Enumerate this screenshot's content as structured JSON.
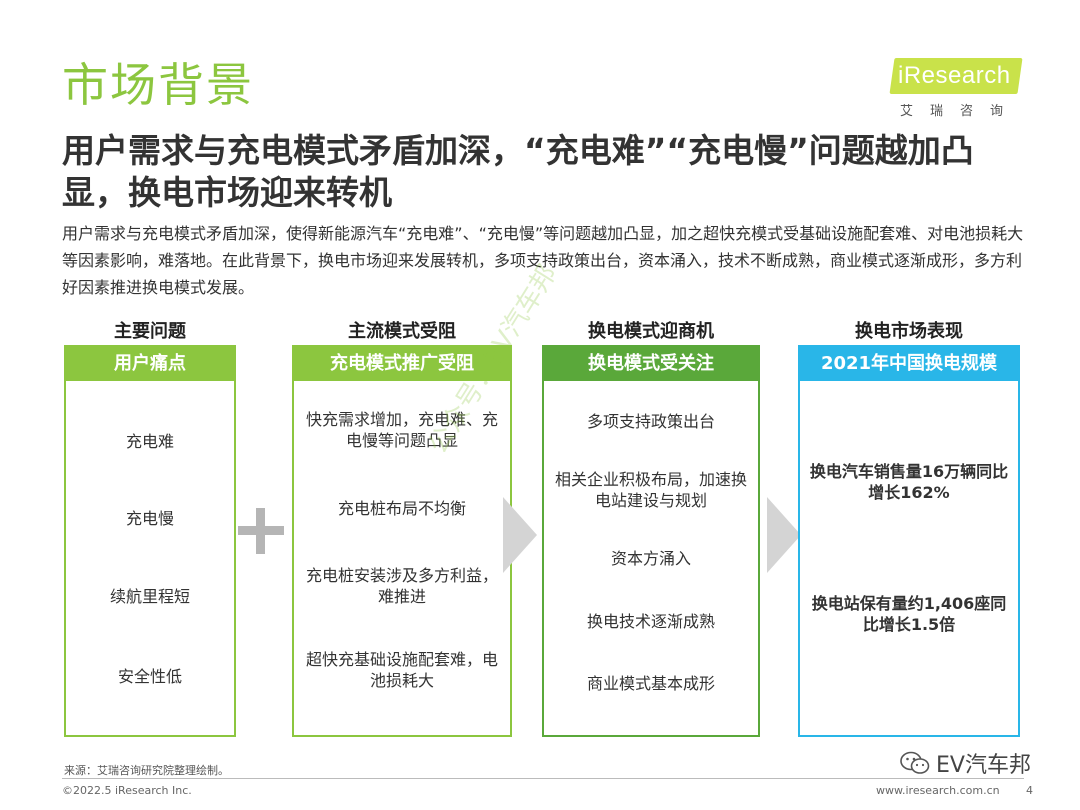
{
  "header": {
    "title": "市场背景",
    "subtitle": "用户需求与充电模式矛盾加深，“充电难”“充电慢”问题越加凸显，换电市场迎来转机",
    "body": "用户需求与充电模式矛盾加深，使得新能源汽车“充电难”、“充电慢”等问题越加凸显，加之超快充模式受基础设施配套难、对电池损耗大等因素影响，难落地。在此背景下，换电市场迎来发展转机，多项支持政策出台，资本涌入，技术不断成熟，商业模式逐渐成形，多方利好因素推进换电模式发展。"
  },
  "logo": {
    "text": "iResearch",
    "sub": "艾瑞咨询",
    "color": "#c9e24a"
  },
  "columns": [
    {
      "heading": "主要问题",
      "band": "用户痛点",
      "band_color": "#8cc63f",
      "items": [
        "充电难",
        "充电慢",
        "续航里程短",
        "安全性低"
      ]
    },
    {
      "heading": "主流模式受阻",
      "band": "充电模式推广受阻",
      "band_color": "#8cc63f",
      "items": [
        "快充需求增加，充电难、充电慢等问题凸显",
        "充电桩布局不均衡",
        "充电桩安装涉及多方利益，难推进",
        "超快充基础设施配套难，电池损耗大"
      ]
    },
    {
      "heading": "换电模式迎商机",
      "band": "换电模式受关注",
      "band_color": "#5aa83a",
      "items": [
        "多项支持政策出台",
        "相关企业积极布局，加速换电站建设与规划",
        "资本方涌入",
        "换电技术逐渐成熟",
        "商业模式基本成形"
      ]
    },
    {
      "heading": "换电市场表现",
      "band": "2021年中国换电规模",
      "band_color": "#29b6e8",
      "items": [
        "换电汽车销售量16万辆同比增长162%",
        "换电站保有量约1,406座同比增长1.5倍"
      ]
    }
  ],
  "watermark": "公众号：EV汽车邦",
  "footer": {
    "source": "来源：艾瑞咨询研究院整理绘制。",
    "copyright": "©2022.5 iResearch Inc.",
    "url": "www.iresearch.com.cn",
    "page": "4",
    "wechat_label": "EV汽车邦"
  }
}
